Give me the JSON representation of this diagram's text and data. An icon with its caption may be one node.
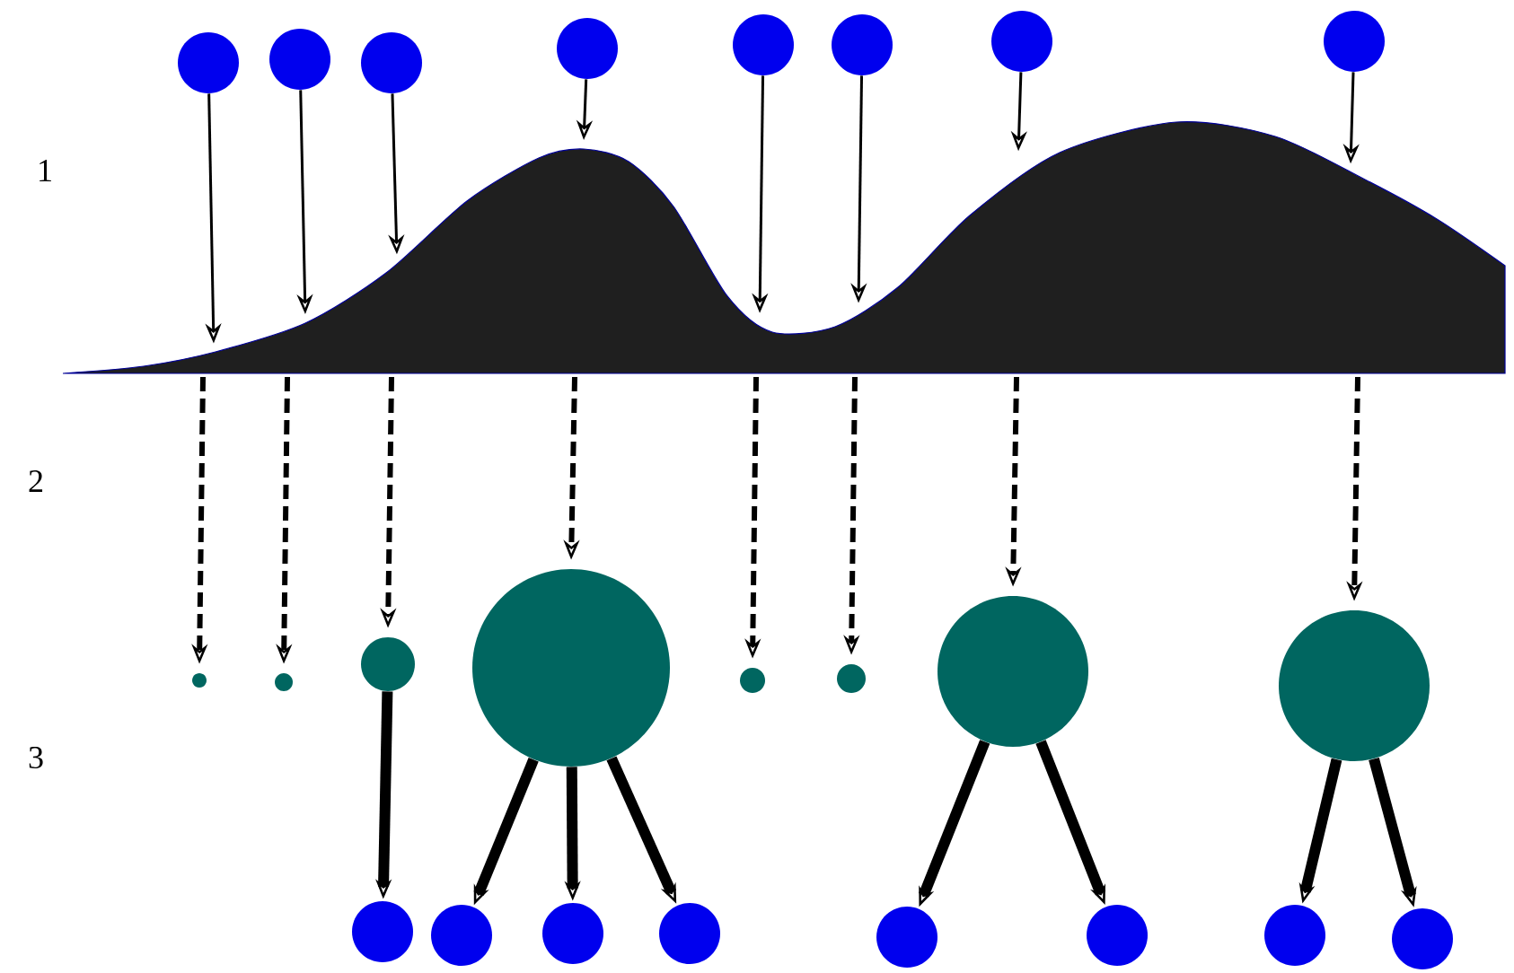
{
  "diagram": {
    "nodes": [
      {
        "text": [],
        "shape": "circle"
      },
      {
        "text": [],
        "shape": "circle"
      },
      {
        "text": [],
        "shape": "circle"
      },
      {
        "text": [],
        "shape": "circle"
      },
      {
        "text": [],
        "shape": "circle"
      },
      {
        "text": [],
        "shape": "circle"
      },
      {
        "text": [],
        "shape": "circle"
      },
      {
        "text": [],
        "shape": "circle"
      },
      {
        "text": [],
        "shape": "hill"
      },
      {
        "text": [],
        "shape": "circle"
      },
      {
        "text": [],
        "shape": "circle"
      },
      {
        "text": [],
        "shape": "circle"
      },
      {
        "text": [],
        "shape": "circle"
      },
      {
        "text": [],
        "shape": "circle"
      },
      {
        "text": [],
        "shape": "circle"
      },
      {
        "text": [],
        "shape": "circle"
      },
      {
        "text": [],
        "shape": "circle"
      },
      {
        "text": [],
        "shape": "circle"
      },
      {
        "text": [],
        "shape": "circle"
      },
      {
        "text": [],
        "shape": "circle"
      },
      {
        "text": [],
        "shape": "circle"
      },
      {
        "text": [],
        "shape": "circle"
      },
      {
        "text": [],
        "shape": "circle"
      },
      {
        "text": [],
        "shape": "circle"
      },
      {
        "text": [],
        "shape": "circle"
      }
    ],
    "edges": [
      {
        "from": 0,
        "to": 8,
        "arrow": "to"
      },
      {
        "from": 1,
        "to": 8,
        "arrow": "to"
      },
      {
        "from": 2,
        "to": 8,
        "arrow": "to"
      },
      {
        "from": 3,
        "to": 8,
        "arrow": "to"
      },
      {
        "from": 4,
        "to": 8,
        "arrow": "to"
      },
      {
        "from": 5,
        "to": 8,
        "arrow": "to"
      },
      {
        "from": 6,
        "to": 8,
        "arrow": "to"
      },
      {
        "from": 7,
        "to": 8,
        "arrow": "to"
      },
      {
        "from": 8,
        "to": 9,
        "arrow": "to",
        "style": "dashed"
      },
      {
        "from": 8,
        "to": 10,
        "arrow": "to",
        "style": "dashed"
      },
      {
        "from": 8,
        "to": 11,
        "arrow": "to",
        "style": "dashed"
      },
      {
        "from": 8,
        "to": 12,
        "arrow": "to",
        "style": "dashed"
      },
      {
        "from": 8,
        "to": 13,
        "arrow": "to",
        "style": "dashed"
      },
      {
        "from": 8,
        "to": 14,
        "arrow": "to",
        "style": "dashed"
      },
      {
        "from": 8,
        "to": 15,
        "arrow": "to",
        "style": "dashed"
      },
      {
        "from": 8,
        "to": 16,
        "arrow": "to",
        "style": "dashed"
      },
      {
        "from": 11,
        "to": 17,
        "arrow": "to",
        "style": "thick"
      },
      {
        "from": 12,
        "to": 18,
        "arrow": "to",
        "style": "thick"
      },
      {
        "from": 12,
        "to": 19,
        "arrow": "to",
        "style": "thick"
      },
      {
        "from": 12,
        "to": 20,
        "arrow": "to",
        "style": "thick"
      },
      {
        "from": 15,
        "to": 21,
        "arrow": "to",
        "style": "thick"
      },
      {
        "from": 15,
        "to": 22,
        "arrow": "to",
        "style": "thick"
      },
      {
        "from": 16,
        "to": 23,
        "arrow": "to",
        "style": "thick"
      },
      {
        "from": 16,
        "to": 24,
        "arrow": "to",
        "style": "thick"
      }
    ],
    "labels": [
      "1",
      "2",
      "3"
    ]
  }
}
